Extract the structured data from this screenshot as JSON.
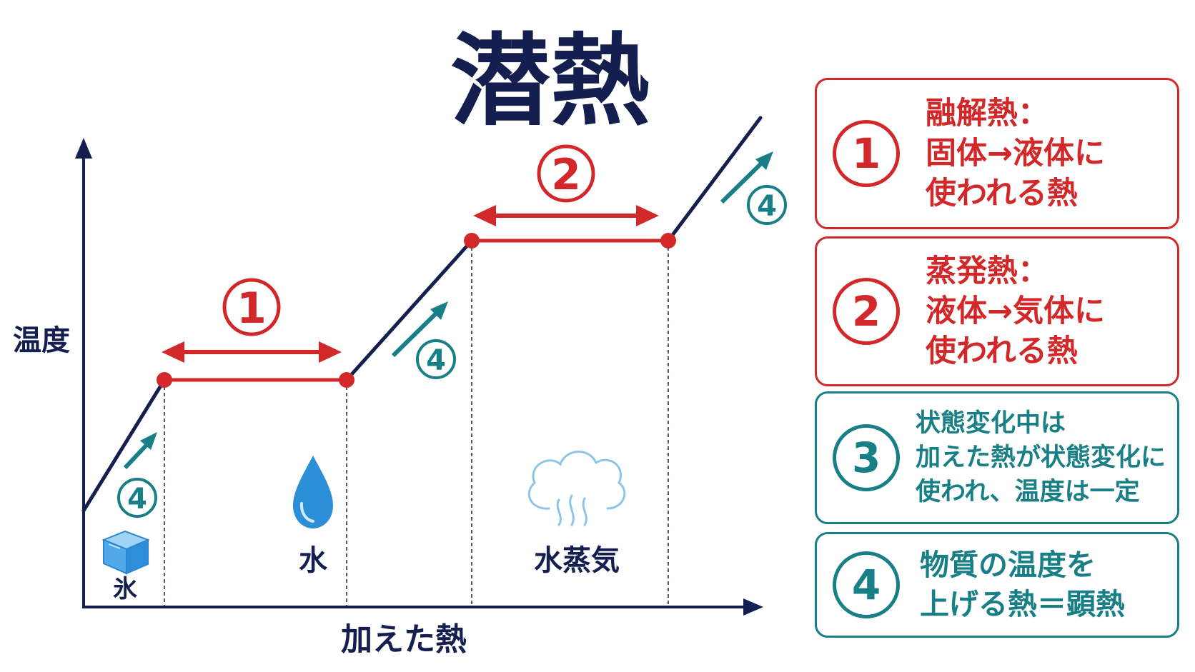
{
  "title": "潜熱",
  "axes": {
    "y_label": "温度",
    "x_label": "加えた熱"
  },
  "phases": {
    "ice": "氷",
    "water": "水",
    "steam": "水蒸気"
  },
  "markers": {
    "one": "①",
    "two": "②",
    "four": "④"
  },
  "legend": [
    {
      "number": "1",
      "color": "#d3282a",
      "lines": [
        "融解熱：",
        "固体→液体に",
        "使われる熱"
      ]
    },
    {
      "number": "2",
      "color": "#d3282a",
      "lines": [
        "蒸発熱：",
        "液体→気体に",
        "使われる熱"
      ]
    },
    {
      "number": "3",
      "color": "#177f85",
      "lines": [
        "状態変化中は",
        "加えた熱が状態変化に",
        "使われ、温度は一定"
      ]
    },
    {
      "number": "4",
      "color": "#177f85",
      "lines": [
        "物質の温度を",
        "上げる熱＝顕熱"
      ]
    }
  ],
  "colors": {
    "navy": "#141f4f",
    "red": "#d3282a",
    "teal": "#177f85",
    "ice_blue": "#3d9be0",
    "drop_blue": "#2b8fd8",
    "cloud": "#8fc4e6"
  },
  "icons": [
    "ice-cube-icon",
    "water-drop-icon",
    "steam-cloud-icon"
  ]
}
